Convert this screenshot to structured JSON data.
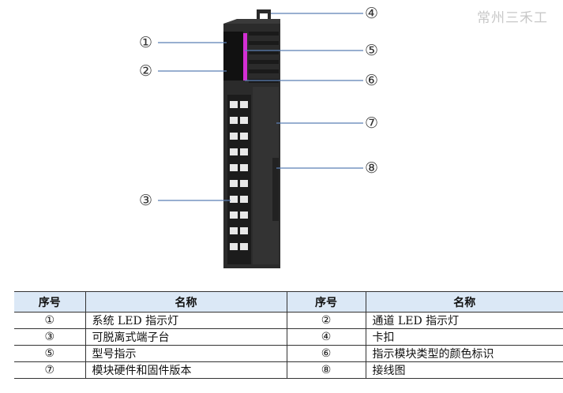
{
  "watermark": "常州三禾工",
  "callouts": [
    "①",
    "②",
    "③",
    "④",
    "⑤",
    "⑥",
    "⑦",
    "⑧"
  ],
  "colors": {
    "accent_strip": "#d42fd4",
    "leader_line": "#5b7fb5",
    "header_bg": "#dbe8f6"
  },
  "table": {
    "headers": [
      "序号",
      "名称",
      "序号",
      "名称"
    ],
    "rows": [
      [
        "①",
        "系统 LED 指示灯",
        "②",
        "通道 LED 指示灯"
      ],
      [
        "③",
        "可脱离式端子台",
        "④",
        "卡扣"
      ],
      [
        "⑤",
        "型号指示",
        "⑥",
        "指示模块类型的颜色标识"
      ],
      [
        "⑦",
        "模块硬件和固件版本",
        "⑧",
        "接线图"
      ]
    ]
  }
}
